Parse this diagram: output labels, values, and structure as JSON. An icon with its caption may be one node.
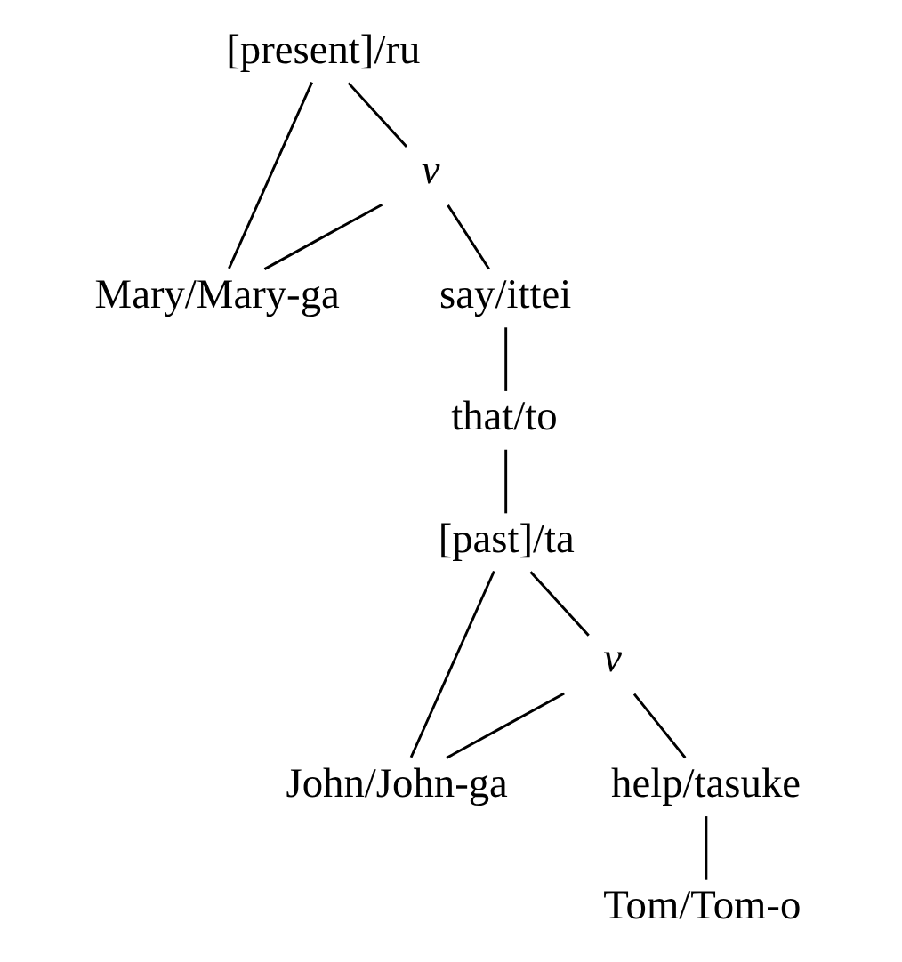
{
  "diagram": {
    "nodes": [
      {
        "text": [
          "[present]/ru"
        ]
      },
      {
        "text": [
          "v"
        ]
      },
      {
        "text": [
          "Mary/Mary-ga"
        ]
      },
      {
        "text": [
          "say/ittei"
        ]
      },
      {
        "text": [
          "that/to"
        ]
      },
      {
        "text": [
          "[past]/ta"
        ]
      },
      {
        "text": [
          "v"
        ]
      },
      {
        "text": [
          "John/John-ga"
        ]
      },
      {
        "text": [
          "help/tasuke"
        ]
      },
      {
        "text": [
          "Tom/Tom-o"
        ]
      }
    ],
    "edges": [
      {
        "from": 0,
        "to": 2,
        "arrow": "none"
      },
      {
        "from": 0,
        "to": 1,
        "arrow": "none"
      },
      {
        "from": 1,
        "to": 2,
        "arrow": "none"
      },
      {
        "from": 1,
        "to": 3,
        "arrow": "none"
      },
      {
        "from": 3,
        "to": 4,
        "arrow": "none"
      },
      {
        "from": 4,
        "to": 5,
        "arrow": "none"
      },
      {
        "from": 5,
        "to": 7,
        "arrow": "none"
      },
      {
        "from": 5,
        "to": 6,
        "arrow": "none"
      },
      {
        "from": 6,
        "to": 7,
        "arrow": "none"
      },
      {
        "from": 6,
        "to": 8,
        "arrow": "none"
      },
      {
        "from": 8,
        "to": 9,
        "arrow": "none"
      }
    ]
  }
}
